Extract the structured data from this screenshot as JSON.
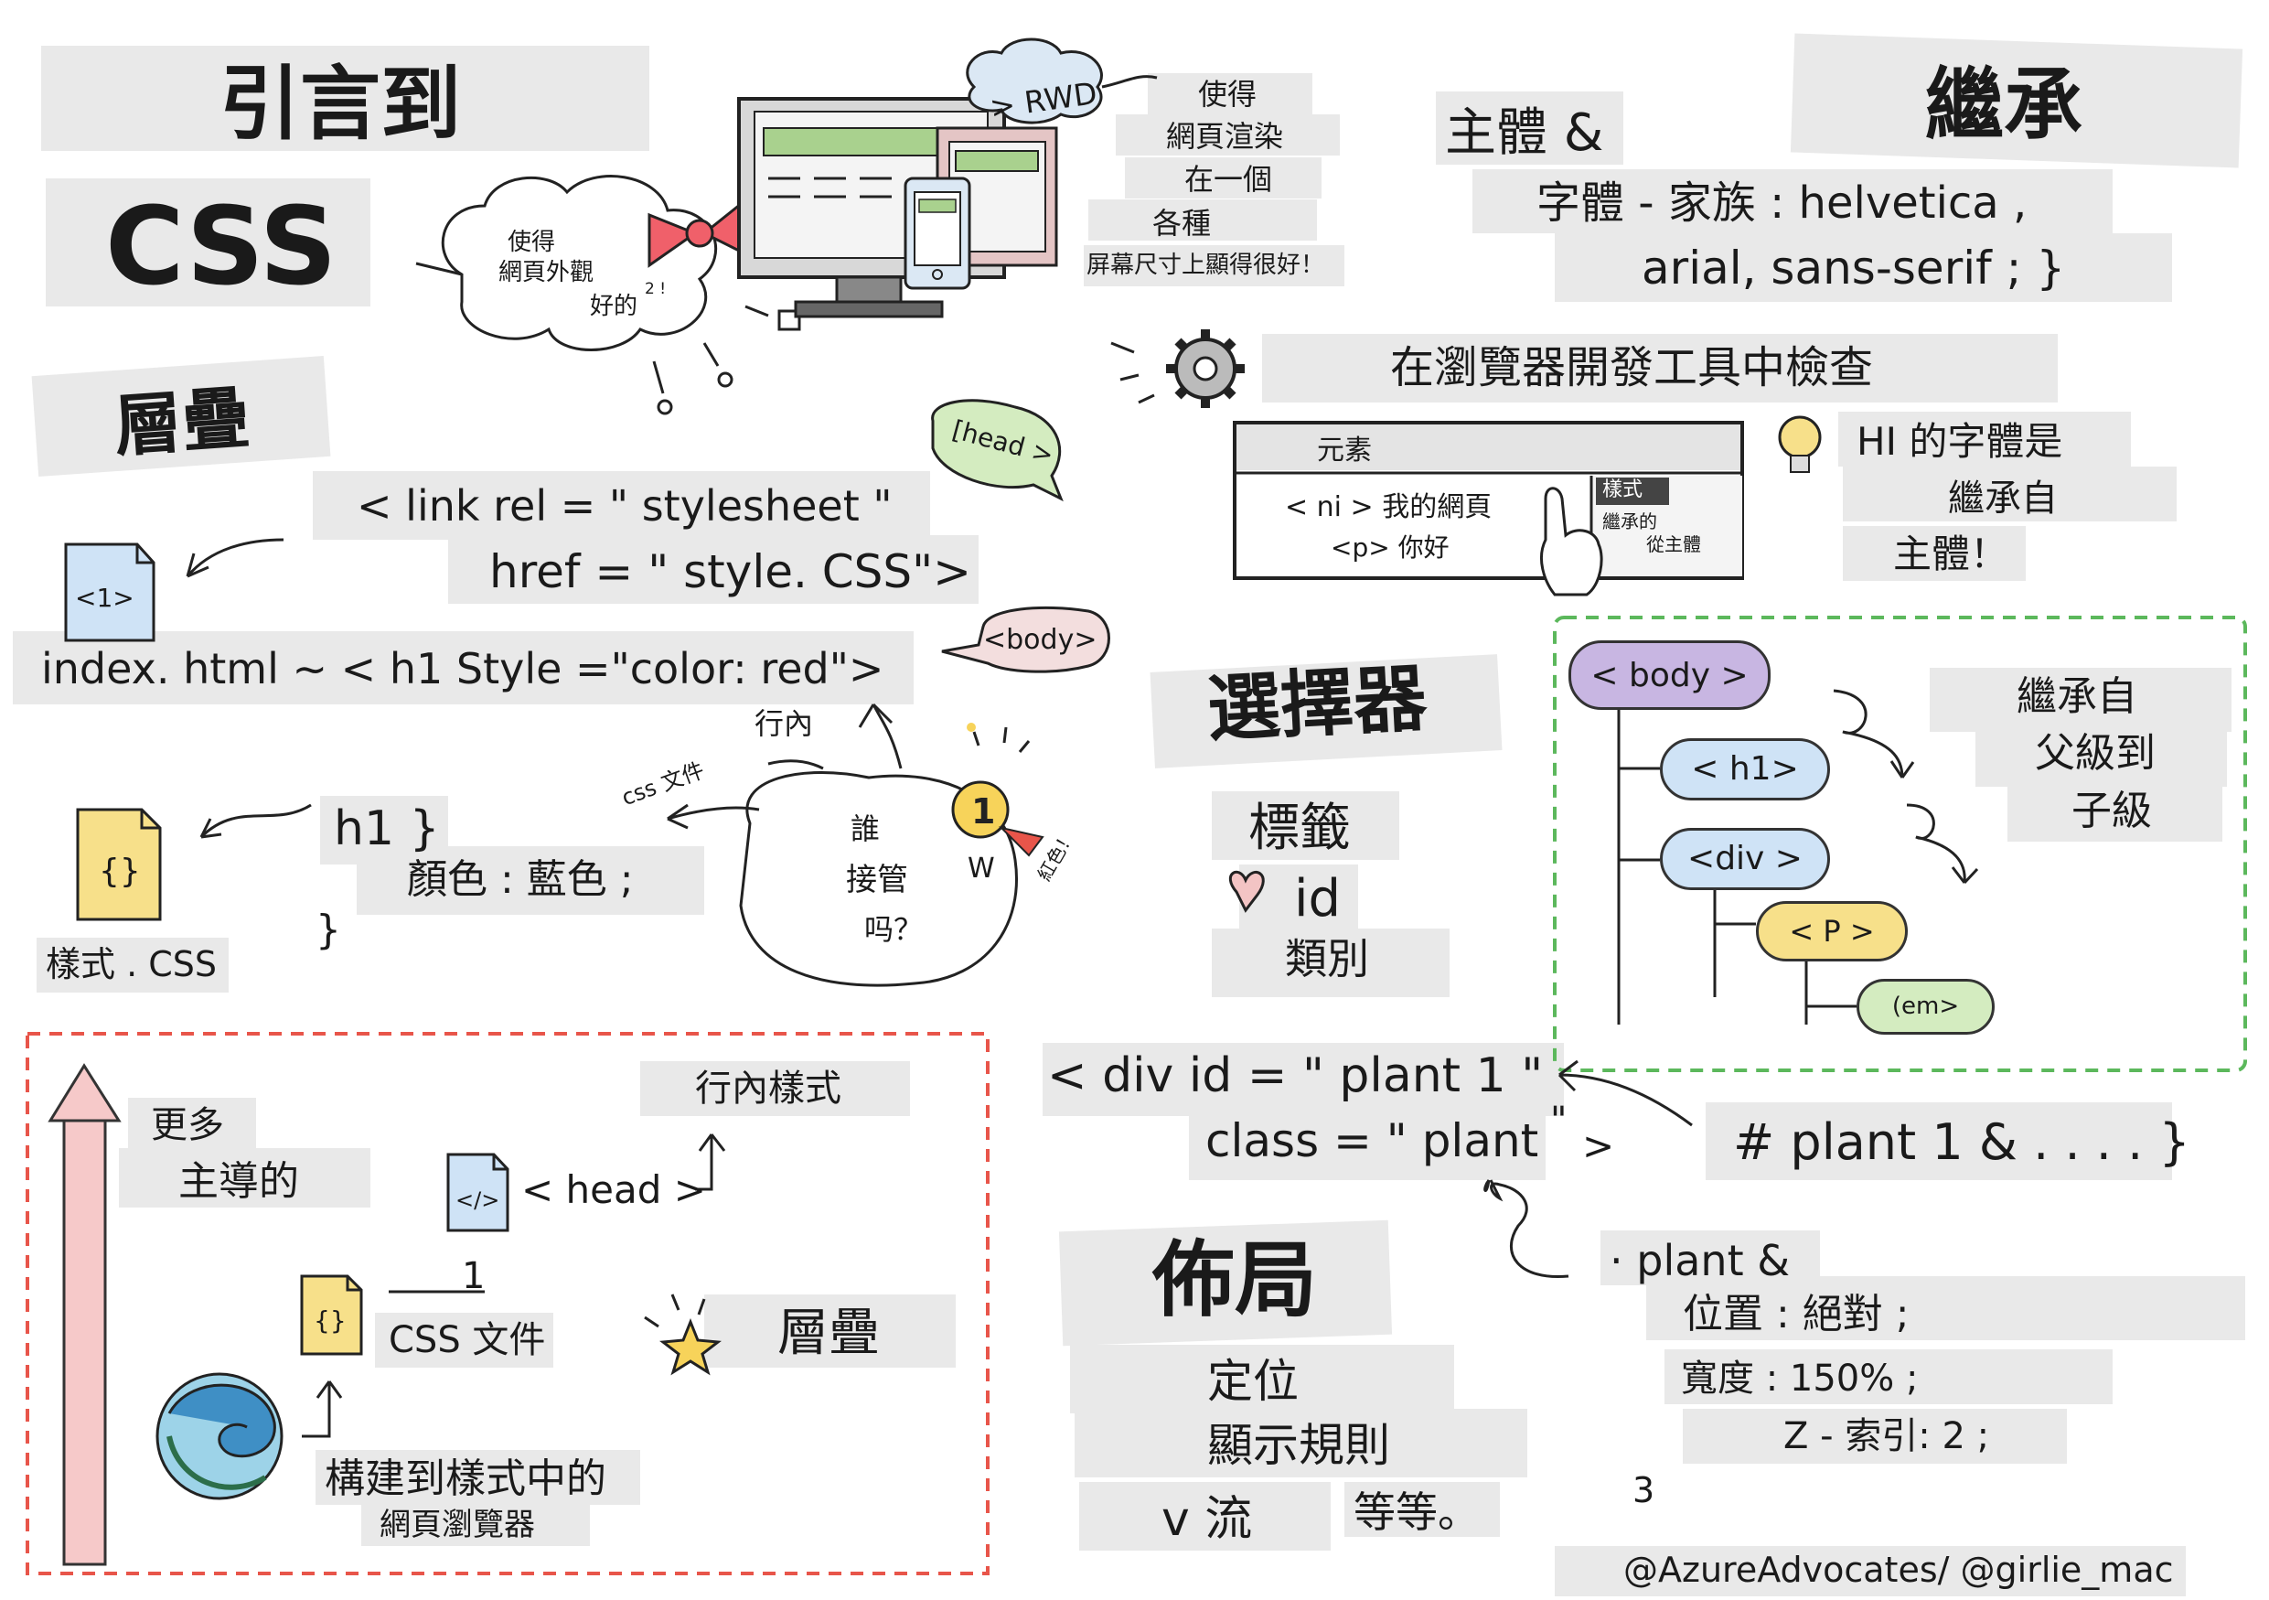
{
  "title": {
    "line1": "引言到",
    "line2": "CSS"
  },
  "cascade": {
    "heading": "層疊",
    "link_line1": "< link rel = \" stylesheet \"",
    "link_line2": "href = \" style. CSS\">",
    "file_icon_label": "<1>",
    "head_tag": "[head >",
    "inline_line": "index. html ~ < h1 Style =\"color: red\">",
    "body_tag": "<body>",
    "inline_label": "行內",
    "css_file_label": "css 文件",
    "who_wins": [
      "誰",
      "接管",
      "吗？"
    ],
    "red_label": "紅色！",
    "w_label": "W",
    "rule_open": "h1 }",
    "rule_body": "顏色 : 藍色 ;",
    "rule_close": "}",
    "style_file": "樣式 . CSS"
  },
  "cloud": {
    "l1": "使得",
    "l2": "網頁外觀",
    "l3": "好的",
    "sup": "2 !"
  },
  "rwd": {
    "tag": "> RWD",
    "lines": [
      "使得",
      "網頁渲染",
      "在一個",
      "各種",
      "屏幕尺寸上顯得很好！"
    ]
  },
  "inheritance": {
    "heading": "繼承",
    "body_line1": "主體 &",
    "body_line2": "字體 - 家族 : helvetica ,",
    "body_line3": "arial, sans-serif ; }",
    "devtools": "在瀏覽器開發工具中檢查",
    "panel_elements": "元素",
    "panel_code1": "< ni > 我的網頁",
    "panel_code2": "<p> 你好",
    "panel_styles": "樣式",
    "panel_note1": "繼承的",
    "panel_note2": "從主體",
    "tip": [
      "HI 的字體是",
      "繼承自",
      "主體！"
    ],
    "tree": {
      "body": "< body >",
      "h1": "< h1>",
      "div": "<div >",
      "p": "< P >",
      "em": "(em>"
    },
    "tree_note": [
      "繼承自",
      "父級到",
      "子級"
    ]
  },
  "selectors": {
    "heading": "選擇器",
    "items": [
      "標籤",
      "id",
      "類別"
    ],
    "div_line1": "< div id = \" plant 1 \"",
    "div_line2": "class = \" plant",
    "div_close": ">",
    "quote_mark": "\"",
    "id_rule": "# plant 1 & . . . . }",
    "class_rule": "· plant &",
    "class_props": [
      "位置 : 絕對 ;",
      "寬度 : 150% ;",
      "Z - 索引: 2 ;"
    ],
    "num3": "3"
  },
  "layout": {
    "heading": "佈局",
    "items": [
      "定位",
      "顯示規則",
      "v 流",
      "等等。"
    ]
  },
  "priority": {
    "more": "更多",
    "dominant": "主導的",
    "inline_styles": "行內樣式",
    "head": "< head >",
    "one": "1",
    "css_file": "CSS 文件",
    "cascade": "層疊",
    "builtin1": "構建到樣式中的",
    "builtin2": "網頁瀏覽器"
  },
  "credit": "@AzureAdvocates/ @girlie_mac",
  "colors": {
    "red_dash": "#e8554a",
    "green_dash": "#5cb85c",
    "pink_arrow": "#f3c4c4",
    "purple": "#c8b6e2",
    "blue": "#cfe3f6",
    "yellow": "#f7e08a",
    "green": "#d4ecc0"
  }
}
